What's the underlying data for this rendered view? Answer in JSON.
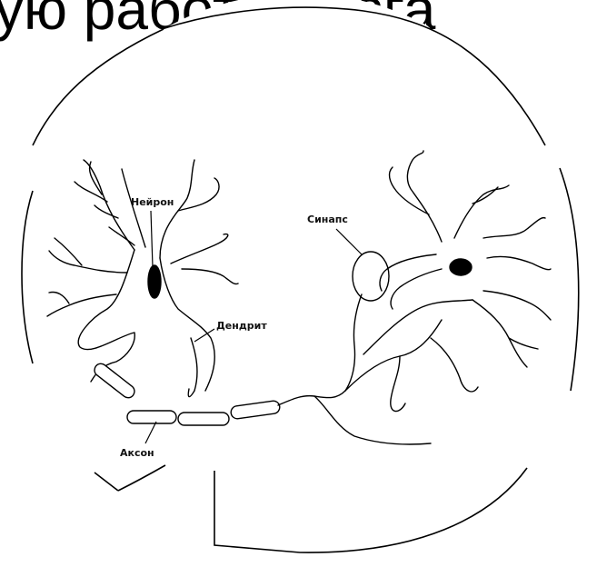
{
  "slide": {
    "title_fragment": "ую работу мозга"
  },
  "diagram": {
    "labels": {
      "neuron": "Нейрон",
      "dendrite": "Дендрит",
      "axon": "Аксон",
      "synapse": "Синапс"
    }
  }
}
